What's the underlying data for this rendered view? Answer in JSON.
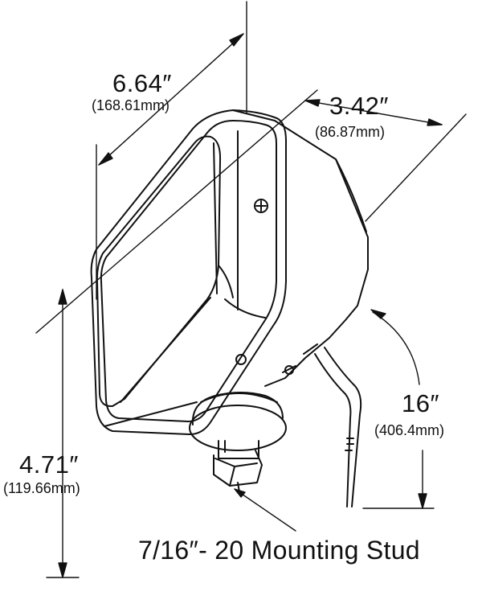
{
  "dimensions": {
    "width": {
      "inches": "6.64″",
      "mm": "(168.61mm)"
    },
    "depth": {
      "inches": "3.42″",
      "mm": "(86.87mm)"
    },
    "height": {
      "inches": "4.71″",
      "mm": "(119.66mm)"
    },
    "wire_length": {
      "inches": "16″",
      "mm": "(406.4mm)"
    }
  },
  "callouts": {
    "mounting_stud": "7/16″- 20 Mounting Stud"
  }
}
